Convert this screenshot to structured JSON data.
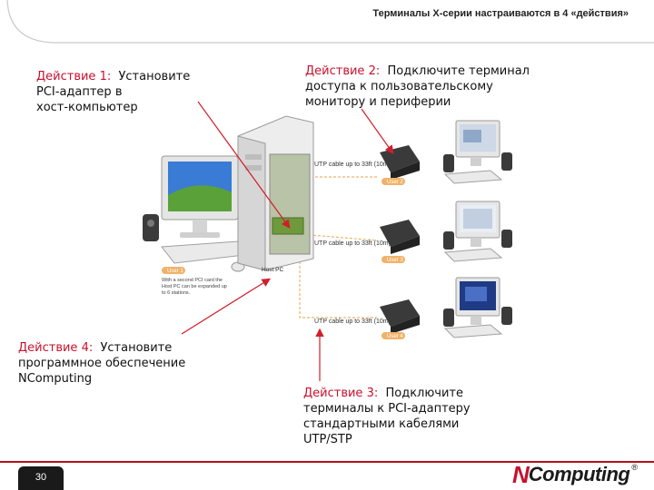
{
  "header": {
    "title": "Терминалы Х-серии настраиваются в 4 «действия»"
  },
  "steps": [
    {
      "heading": "Действие 1:",
      "text_lines": [
        "Установите",
        "PCI-адаптер в",
        "хост-компьютер"
      ]
    },
    {
      "heading": "Действие 2:",
      "text_lines": [
        "Подключите терминал",
        "доступа к пользовательскому",
        "монитору и периферии"
      ]
    },
    {
      "heading": "Действие 3:",
      "text_lines": [
        "Подключите",
        "терминалы к PCI-адаптеру",
        "стандартными кабелями",
        "UTP/STP"
      ]
    },
    {
      "heading": "Действие 4:",
      "text_lines": [
        "Установите",
        "программное обеспечение",
        "NComputing"
      ]
    }
  ],
  "diagram": {
    "host_label": "Host PC",
    "cable_label": "UTP cable up to 33ft (10m)",
    "users": [
      "User 2",
      "User 3",
      "User 4"
    ],
    "host_user": "User 1",
    "note_lines": [
      "With a second PCI card the",
      "Host PC can be expanded up",
      "to 6 stations."
    ]
  },
  "footer": {
    "page_number": "30",
    "logo_prefix": "N",
    "logo_rest": "Computing",
    "logo_mark": "®"
  },
  "colors": {
    "accent": "#c8102e",
    "arrow": "#d21e2b",
    "cable": "#f0b26a"
  }
}
